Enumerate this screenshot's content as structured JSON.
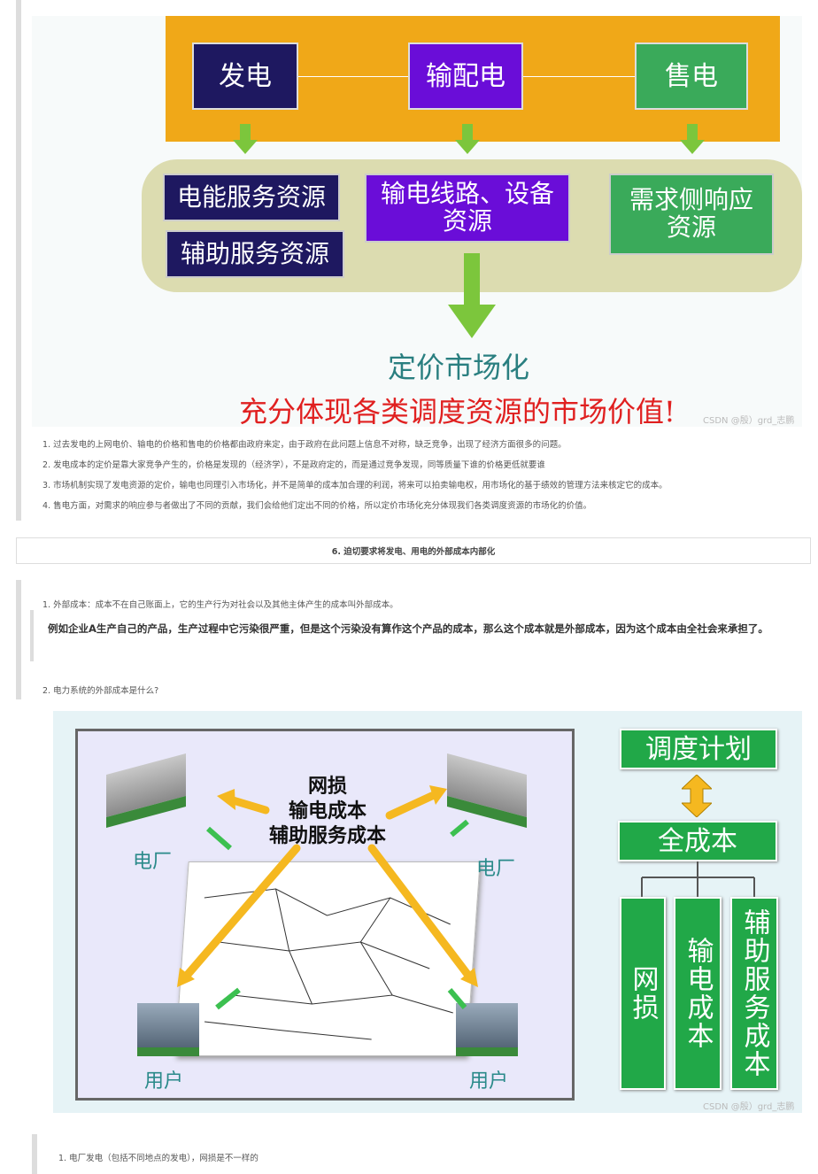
{
  "diagram1": {
    "top_boxes": [
      "发电",
      "输配电",
      "售电"
    ],
    "resources": {
      "gen1": "电能服务资源",
      "gen2": "辅助服务资源",
      "trans": "输电线路、设备资源",
      "sale": "需求侧响应资源"
    },
    "pricing": "定价市场化",
    "slogan": "充分体现各类调度资源的市场价值!",
    "watermark": "CSDN @殷）grd_志鹏",
    "colors": {
      "orange": "#f0a818",
      "navy": "#1e1860",
      "purple": "#6a0dd8",
      "green": "#3aaa5a",
      "red": "#e02020",
      "teal": "#2a7f80"
    }
  },
  "list1": [
    "1. 过去发电的上网电价、输电的价格和售电的价格都由政府来定，由于政府在此问题上信息不对称，缺乏竞争，出现了经济方面很多的问题。",
    "2. 发电成本的定价是靠大家竞争产生的，价格是发现的（经济学），不是政府定的，而是通过竞争发现，同等质量下谁的价格更低就要谁",
    "3. 市场机制实现了发电资源的定价，输电也同理引入市场化，并不是简单的成本加合理的利润，将来可以拍卖输电权，用市场化的基于绩效的管理方法来核定它的成本。",
    "4. 售电方面，对需求的响应参与者做出了不同的贡献，我们会给他们定出不同的价格，所以定价市场化充分体现我们各类调度资源的市场化的价值。"
  ],
  "section_heading": "6. 迫切要求将发电、用电的外部成本内部化",
  "item1": "1. 外部成本：成本不在自己账面上，它的生产行为对社会以及其他主体产生的成本叫外部成本。",
  "example": "例如企业A生产自己的产品，生产过程中它污染很严重，但是这个污染没有算作这个产品的成本，那么这个成本就是外部成本，因为这个成本由全社会来承担了。",
  "item2": "2. 电力系统的外部成本是什么?",
  "diagram2": {
    "center": [
      "网损",
      "输电成本",
      "辅助服务成本"
    ],
    "plant_label": "电厂",
    "user_label": "用户",
    "schedule": "调度计划",
    "total": "全成本",
    "columns": [
      "网损",
      "输电成本",
      "辅助服务成本"
    ],
    "watermark": "CSDN @殷）grd_志鹏",
    "colors": {
      "green": "#21a848",
      "orange": "#f5b820"
    }
  },
  "item3": "1. 电厂发电（包括不同地点的发电），网损是不一样的"
}
